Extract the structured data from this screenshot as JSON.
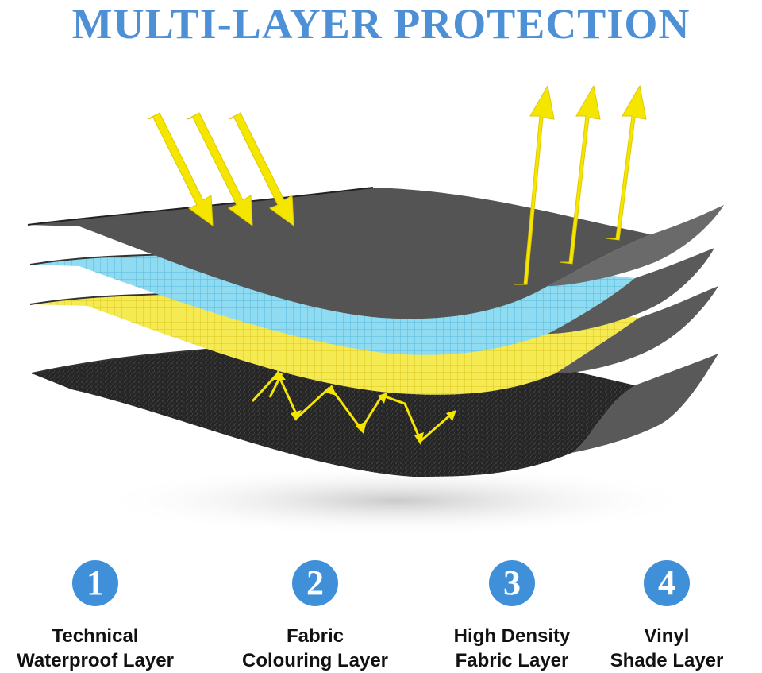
{
  "title": "MULTI-LAYER PROTECTION",
  "colors": {
    "title": "#4d90d6",
    "badge": "#3f90d9",
    "arrow": "#f5e600",
    "top_layer": "#555555",
    "mesh_blue": "#7fd6ef",
    "mesh_yellow": "#f6e94a",
    "bottom_layer": "#2b2b2b"
  },
  "diagram": {
    "icon": "layered-fabric-illustration",
    "incoming_arrows": 3,
    "reflected_arrows": 3,
    "zigzag_arrows": 4
  },
  "features": [
    {
      "number": "1",
      "line1": "Technical",
      "line2": "Waterproof Layer"
    },
    {
      "number": "2",
      "line1": "Fabric",
      "line2": "Colouring Layer"
    },
    {
      "number": "3",
      "line1": "High Density",
      "line2": "Fabric Layer"
    },
    {
      "number": "4",
      "line1": "Vinyl",
      "line2": "Shade Layer"
    }
  ]
}
